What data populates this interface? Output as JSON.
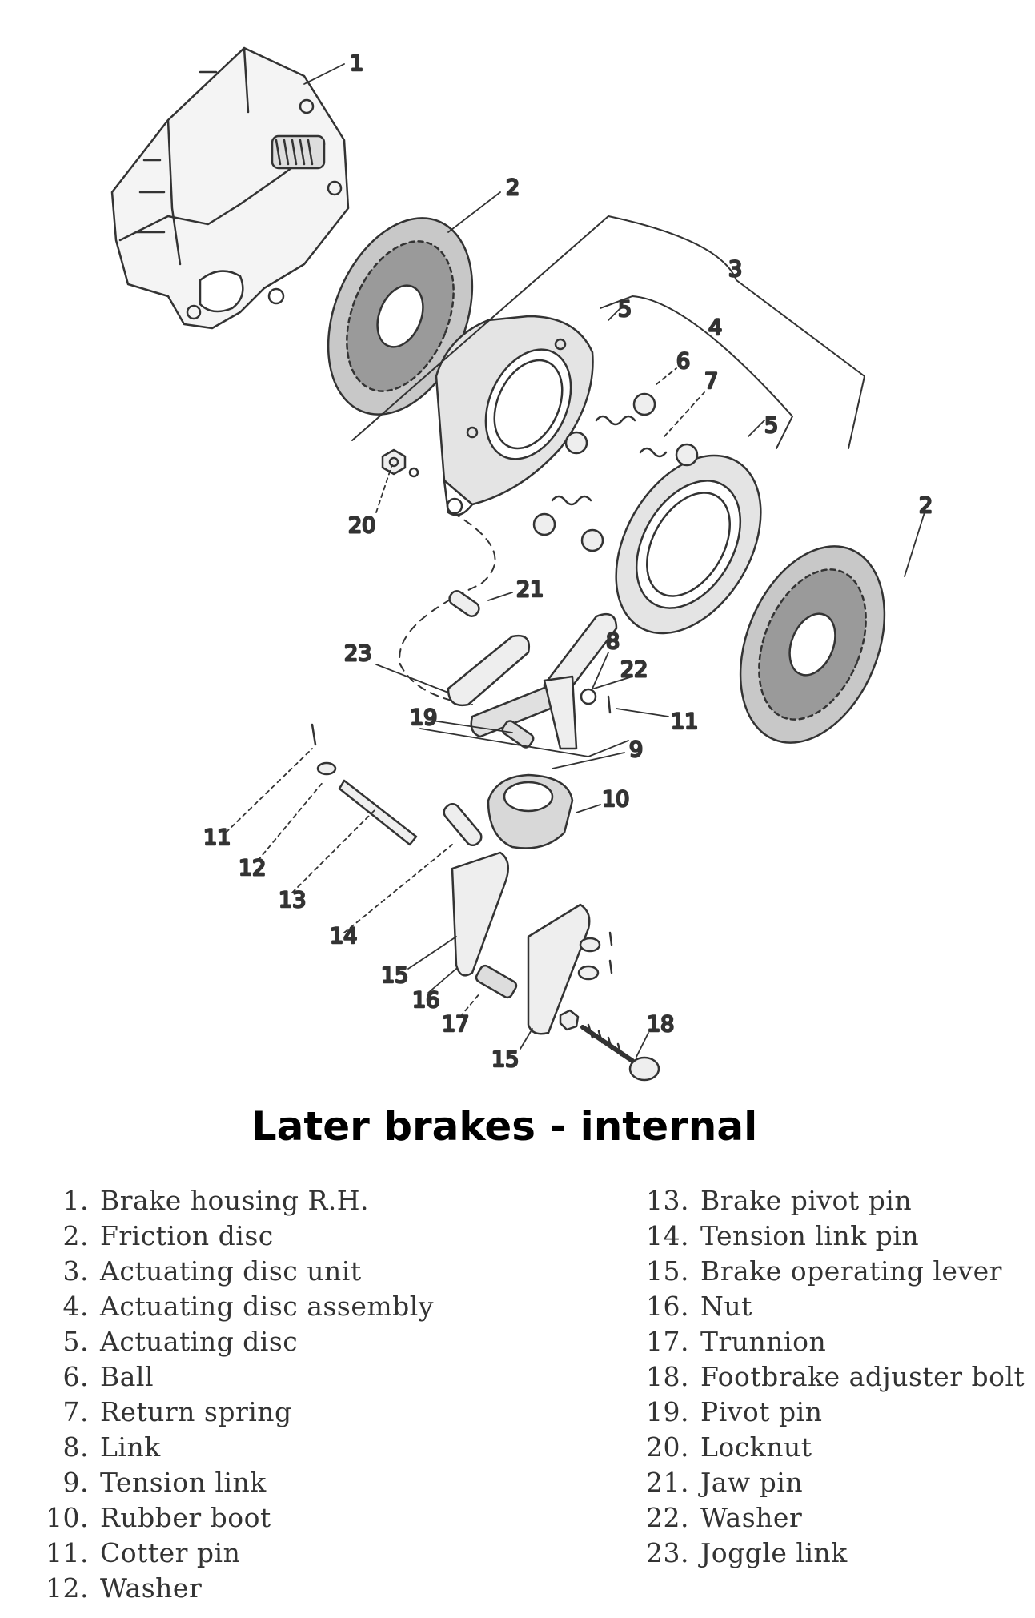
{
  "diagram": {
    "labels": {
      "c1": "1",
      "c2a": "2",
      "c2b": "2",
      "c3": "3",
      "c4": "4",
      "c5a": "5",
      "c5b": "5",
      "c6": "6",
      "c7": "7",
      "c8": "8",
      "c9": "9",
      "c10": "10",
      "c11a": "11",
      "c11b": "11",
      "c12": "12",
      "c13": "13",
      "c14": "14",
      "c15a": "15",
      "c15b": "15",
      "c16": "16",
      "c17": "17",
      "c18": "18",
      "c19": "19",
      "c20": "20",
      "c21": "21",
      "c22": "22",
      "c23": "23"
    }
  },
  "title": "Later brakes - internal",
  "legend": [
    {
      "num": "1.",
      "text": "Brake housing R.H."
    },
    {
      "num": "2.",
      "text": "Friction disc"
    },
    {
      "num": "3.",
      "text": "Actuating disc unit"
    },
    {
      "num": "4.",
      "text": "Actuating disc assembly"
    },
    {
      "num": "5.",
      "text": "Actuating disc"
    },
    {
      "num": "6.",
      "text": "Ball"
    },
    {
      "num": "7.",
      "text": "Return spring"
    },
    {
      "num": "8.",
      "text": "Link"
    },
    {
      "num": "9.",
      "text": "Tension link"
    },
    {
      "num": "10.",
      "text": "Rubber boot"
    },
    {
      "num": "11.",
      "text": "Cotter pin"
    },
    {
      "num": "12.",
      "text": "Washer"
    },
    {
      "num": "13.",
      "text": "Brake pivot pin"
    },
    {
      "num": "14.",
      "text": "Tension link pin"
    },
    {
      "num": "15.",
      "text": "Brake operating lever"
    },
    {
      "num": "16.",
      "text": "Nut"
    },
    {
      "num": "17.",
      "text": "Trunnion"
    },
    {
      "num": "18.",
      "text": "Footbrake adjuster bolt"
    },
    {
      "num": "19.",
      "text": "Pivot pin"
    },
    {
      "num": "20.",
      "text": "Locknut"
    },
    {
      "num": "21.",
      "text": "Jaw pin"
    },
    {
      "num": "22.",
      "text": "Washer"
    },
    {
      "num": "23.",
      "text": "Joggle link"
    }
  ]
}
